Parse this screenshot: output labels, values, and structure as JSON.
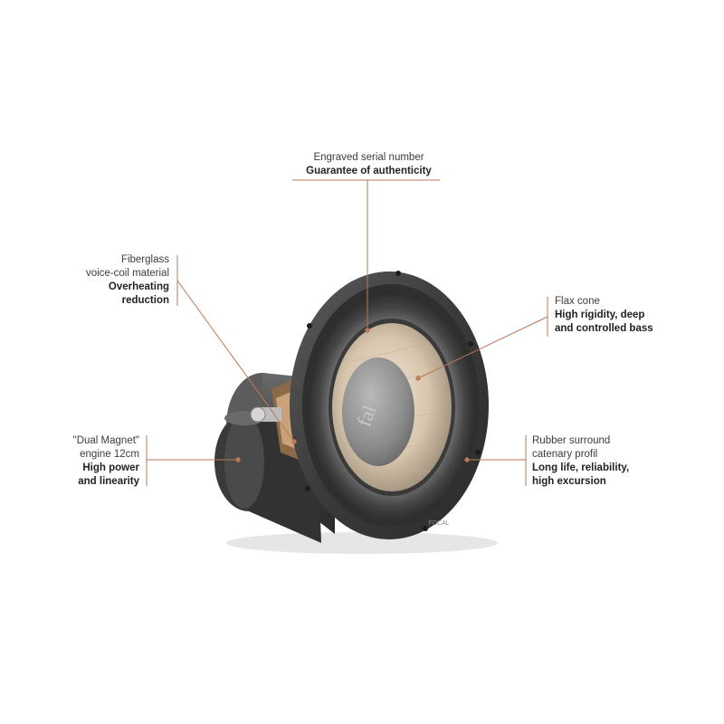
{
  "colors": {
    "leader": "#b87a58",
    "background": "#ffffff"
  },
  "callouts": {
    "serial": {
      "line1": "Engraved serial number",
      "bold1": "Guarantee of authenticity"
    },
    "fiberglass": {
      "line1": "Fiberglass",
      "line2": "voice-coil material",
      "bold1": "Overheating",
      "bold2": "reduction"
    },
    "flax": {
      "line1": "Flax cone",
      "bold1": "High rigidity, deep",
      "bold2": "and controlled bass"
    },
    "dual": {
      "line1": "\"Dual Magnet\"",
      "line2": "engine 12cm",
      "bold1": "High power",
      "bold2": "and linearity"
    },
    "rubber": {
      "line1": "Rubber surround",
      "line2": "catenary profil",
      "bold1": "Long life, reliability,",
      "bold2": "high excursion"
    }
  },
  "product": {
    "dustcap_logo": "fal",
    "frame_logo": "FOCAL"
  }
}
